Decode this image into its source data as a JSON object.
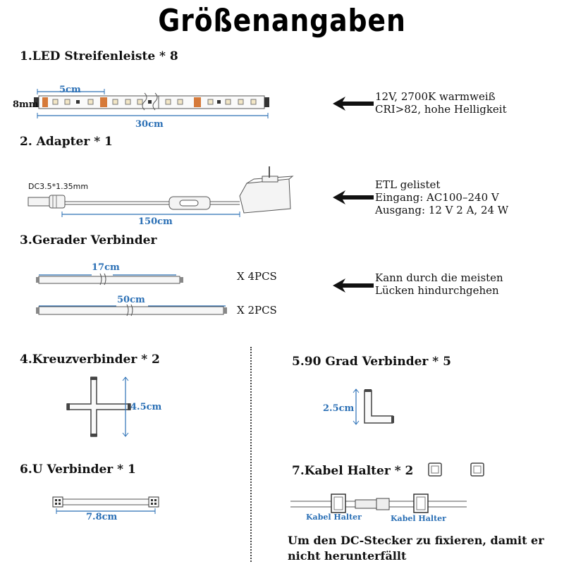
{
  "title": "Größenangaben",
  "sections": {
    "s1": {
      "heading": "1.LED Streifenleiste * 8",
      "dim_width": "5cm",
      "dim_height": "8mm",
      "dim_length": "30cm",
      "desc": [
        "12V, 2700K warmweiß",
        "CRI>82, hohe Helligkeit"
      ]
    },
    "s2": {
      "heading": "2. Adapter * 1",
      "plug_label": "DC3.5*1.35mm",
      "dim_length": "150cm",
      "desc": [
        "ETL gelistet",
        "Eingang: AC100–240 V",
        "Ausgang: 12 V 2 A, 24 W"
      ]
    },
    "s3": {
      "heading": "3.Gerader Verbinder",
      "short_len": "17cm",
      "short_qty": "X 4PCS",
      "long_len": "50cm",
      "long_qty": "X 2PCS",
      "desc": [
        "Kann durch die meisten",
        "Lücken hindurchgehen"
      ]
    },
    "s4": {
      "heading": "4.Kreuzverbinder * 2",
      "dim": "4.5cm"
    },
    "s5": {
      "heading": "5.90 Grad Verbinder * 5",
      "dim": "2.5cm"
    },
    "s6": {
      "heading": "6.U Verbinder * 1",
      "dim": "7.8cm"
    },
    "s7": {
      "heading": "7.Kabel Halter * 2",
      "label_left": "Kabel Halter",
      "label_right": "Kabel Halter",
      "note": "Um den DC-Stecker zu fixieren, damit er nicht herunterfällt"
    }
  },
  "colors": {
    "dimension": "#2a6fb5",
    "led_amber": "#e08a3c",
    "line": "#555555"
  }
}
